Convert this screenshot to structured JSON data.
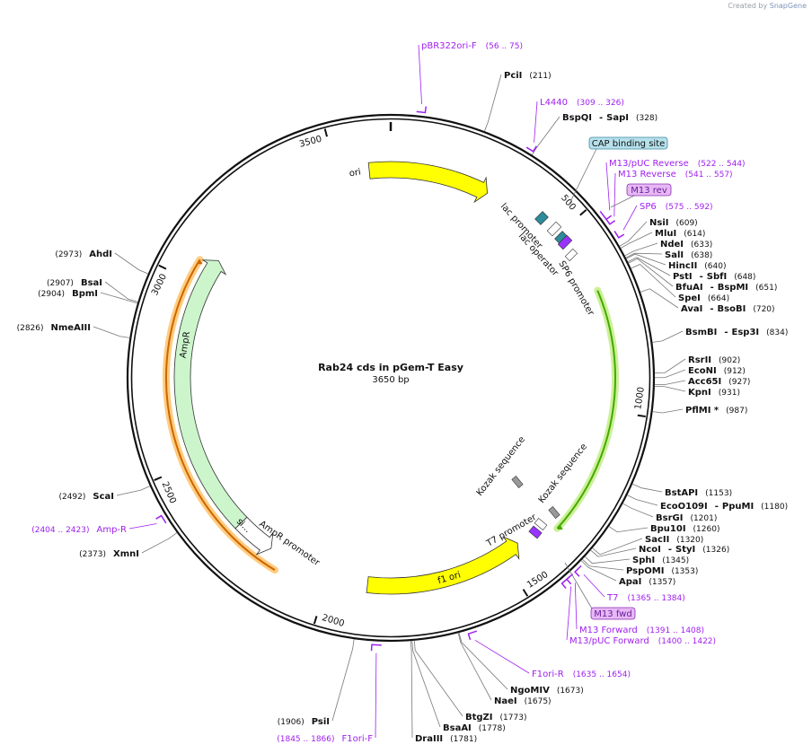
{
  "credit": {
    "prefix": "Created by",
    "brand": "SnapGene"
  },
  "plasmid": {
    "name": "Rab24 cds in pGem-T Easy",
    "size_label": "3650 bp",
    "length": 3650
  },
  "ticks": [
    "500",
    "1000",
    "1500",
    "2000",
    "2500",
    "3000",
    "3500"
  ],
  "enzymes": [
    {
      "name": "PciI",
      "pos": 211,
      "label": "(211)"
    },
    {
      "name": "BspQI",
      "name2": "SapI",
      "pos": 328,
      "label": "(328)"
    },
    {
      "name": "NsiI",
      "pos": 609,
      "label": "(609)"
    },
    {
      "name": "MluI",
      "pos": 614,
      "label": "(614)"
    },
    {
      "name": "NdeI",
      "pos": 633,
      "label": "(633)"
    },
    {
      "name": "SalI",
      "pos": 638,
      "label": "(638)"
    },
    {
      "name": "HincII",
      "pos": 640,
      "label": "(640)"
    },
    {
      "name": "PstI",
      "name2": "SbfI",
      "pos": 648,
      "label": "(648)"
    },
    {
      "name": "BfuAI",
      "name2": "BspMI",
      "pos": 651,
      "label": "(651)"
    },
    {
      "name": "SpeI",
      "pos": 664,
      "label": "(664)"
    },
    {
      "name": "AvaI",
      "name2": "BsoBI",
      "pos": 720,
      "label": "(720)"
    },
    {
      "name": "BsmBI",
      "name2": "Esp3I",
      "pos": 834,
      "label": "(834)"
    },
    {
      "name": "RsrII",
      "pos": 902,
      "label": "(902)"
    },
    {
      "name": "EcoNI",
      "pos": 912,
      "label": "(912)"
    },
    {
      "name": "Acc65I",
      "pos": 927,
      "label": "(927)"
    },
    {
      "name": "KpnI",
      "pos": 931,
      "label": "(931)"
    },
    {
      "name": "PflMI *",
      "pos": 987,
      "label": "(987)"
    },
    {
      "name": "BstAPI",
      "pos": 1153,
      "label": "(1153)"
    },
    {
      "name": "EcoO109I",
      "name2": "PpuMI",
      "pos": 1180,
      "label": "(1180)"
    },
    {
      "name": "BsrGI",
      "pos": 1201,
      "label": "(1201)"
    },
    {
      "name": "Bpu10I",
      "pos": 1260,
      "label": "(1260)"
    },
    {
      "name": "SacII",
      "pos": 1320,
      "label": "(1320)"
    },
    {
      "name": "NcoI",
      "name2": "StyI",
      "pos": 1326,
      "label": "(1326)"
    },
    {
      "name": "SphI",
      "pos": 1345,
      "label": "(1345)"
    },
    {
      "name": "PspOMI",
      "pos": 1353,
      "label": "(1353)"
    },
    {
      "name": "ApaI",
      "pos": 1357,
      "label": "(1357)"
    },
    {
      "name": "NgoMIV",
      "pos": 1673,
      "label": "(1673)"
    },
    {
      "name": "NaeI",
      "pos": 1675,
      "label": "(1675)"
    },
    {
      "name": "BtgZI",
      "pos": 1773,
      "label": "(1773)"
    },
    {
      "name": "BsaAI",
      "pos": 1778,
      "label": "(1778)"
    },
    {
      "name": "DraIII",
      "pos": 1781,
      "label": "(1781)"
    },
    {
      "name": "PsiI",
      "pos": 1906,
      "label": "(1906)"
    },
    {
      "name": "XmnI",
      "pos": 2373,
      "label": "(2373)"
    },
    {
      "name": "ScaI",
      "pos": 2492,
      "label": "(2492)"
    },
    {
      "name": "NmeAIII",
      "pos": 2826,
      "label": "(2826)"
    },
    {
      "name": "BpmI",
      "pos": 2904,
      "label": "(2904)"
    },
    {
      "name": "BsaI",
      "pos": 2907,
      "label": "(2907)"
    },
    {
      "name": "AhdI",
      "pos": 2973,
      "label": "(2973)"
    }
  ],
  "primers": [
    {
      "name": "pBR322ori-F",
      "range": "(56 .. 75)",
      "start": 56,
      "end": 75
    },
    {
      "name": "L4440",
      "range": "(309 .. 326)",
      "start": 309,
      "end": 326
    },
    {
      "name": "M13/pUC Reverse",
      "range": "(522 .. 544)",
      "start": 522,
      "end": 544
    },
    {
      "name": "M13 Reverse",
      "range": "(541 .. 557)",
      "start": 541,
      "end": 557
    },
    {
      "name": "SP6",
      "range": "(575 .. 592)",
      "start": 575,
      "end": 592
    },
    {
      "name": "T7",
      "range": "(1365 .. 1384)",
      "start": 1365,
      "end": 1384
    },
    {
      "name": "M13 Forward",
      "range": "(1391 .. 1408)",
      "start": 1391,
      "end": 1408
    },
    {
      "name": "M13/pUC Forward",
      "range": "(1400 .. 1422)",
      "start": 1400,
      "end": 1422
    },
    {
      "name": "F1ori-R",
      "range": "(1635 .. 1654)",
      "start": 1635,
      "end": 1654
    },
    {
      "name": "F1ori-F",
      "range": "(1845 .. 1866)",
      "start": 1845,
      "end": 1866
    },
    {
      "name": "Amp-R",
      "range": "(2404 .. 2423)",
      "start": 2404,
      "end": 2423
    }
  ],
  "boxes": [
    {
      "name": "CAP binding site",
      "fill": "#b6e1ec",
      "stroke": "#3b8aa0",
      "color": "#111111"
    },
    {
      "name": "M13 rev",
      "fill": "#e6b8f5",
      "stroke": "#8c2bb0",
      "color": "#6a1b9a"
    },
    {
      "name": "M13 fwd",
      "fill": "#e6b8f5",
      "stroke": "#8c2bb0",
      "color": "#6a1b9a"
    }
  ],
  "features": [
    {
      "name": "ori",
      "start": 3590,
      "end": 280,
      "color": "#ffff00"
    },
    {
      "name": "f1 ori",
      "start": 1890,
      "end": 1445,
      "color": "#ffff00"
    },
    {
      "name": "AmpR",
      "start": 2290,
      "end": 3085,
      "color": "#ccf5cc"
    },
    {
      "name": "AmpR promoter",
      "start": 2180,
      "end": 2290,
      "color": "#ffffff"
    },
    {
      "name": "lac promoter",
      "color": "#ffffff"
    },
    {
      "name": "lac operator",
      "color": "#2e8b99"
    },
    {
      "name": "SP6 promoter",
      "color": "#9933ff"
    },
    {
      "name": "T7 promoter",
      "color": "#9933ff"
    },
    {
      "name": "Kozak sequence",
      "color": "#999999"
    },
    {
      "name": "si..."
    }
  ],
  "orfs": [
    {
      "start": 680,
      "end": 1340,
      "color": "#44aa00",
      "glow": "#ccf099"
    },
    {
      "start": 2140,
      "end": 3060,
      "color": "#cc6600",
      "glow": "#ffcc80"
    }
  ]
}
